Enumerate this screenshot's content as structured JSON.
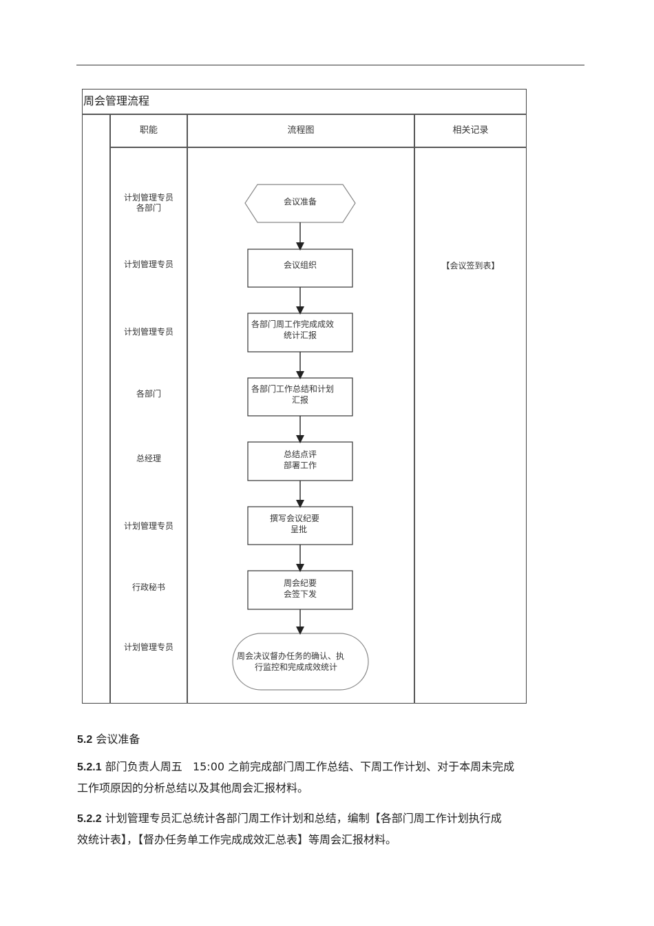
{
  "table": {
    "title": "周会管理流程",
    "headers": {
      "role": "职能",
      "flow": "流程图",
      "records": "相关记录"
    },
    "rows": [
      {
        "role_line1": "计划管理专员",
        "role_line2": "各部门",
        "node_line1": "会议准备",
        "node_line2": "",
        "shape": "hexagon"
      },
      {
        "role_line1": "计划管理专员",
        "role_line2": "",
        "node_line1": "会议组织",
        "node_line2": "",
        "shape": "rect",
        "record": "【会议签到表】"
      },
      {
        "role_line1": "计划管理专员",
        "role_line2": "",
        "node_line1": "各部门周工作完成成效",
        "node_line2": "统计汇报",
        "shape": "rect"
      },
      {
        "role_line1": "各部门",
        "role_line2": "",
        "node_line1": "各部门工作总结和计划",
        "node_line2": "汇报",
        "shape": "rect"
      },
      {
        "role_line1": "总经理",
        "role_line2": "",
        "node_line1": "总结点评",
        "node_line2": "部署工作",
        "shape": "rect"
      },
      {
        "role_line1": "计划管理专员",
        "role_line2": "",
        "node_line1": "撰写会议纪要",
        "node_line2": "呈批",
        "shape": "rect"
      },
      {
        "role_line1": "行政秘书",
        "role_line2": "",
        "node_line1": "周会纪要",
        "node_line2": "会签下发",
        "shape": "rect"
      },
      {
        "role_line1": "计划管理专员",
        "role_line2": "",
        "node_line1": "周会决议督办任务的确认、执",
        "node_line2": "行监控和完成成效统计",
        "shape": "terminator"
      }
    ]
  },
  "sections": {
    "s52": {
      "num": "5.2",
      "text": "会议准备"
    },
    "s521": {
      "num": "5.2.1",
      "line1": "部门负责人周五   15:00 之前完成部门周工作总结、下周工作计划、对于本周未完成",
      "line2": "工作项原因的分析总结以及其他周会汇报材料。"
    },
    "s522": {
      "num": "5.2.2",
      "line1": "计划管理专员汇总统计各部门周工作计划和总结，编制【各部门周工作计划执行成",
      "line2": "效统计表】，【督办任务单工作完成成效汇总表】等周会汇报材料。"
    }
  }
}
